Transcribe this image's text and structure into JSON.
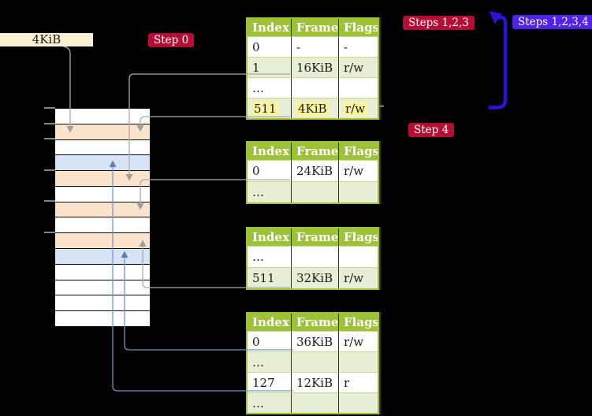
{
  "colors": {
    "background": "#000000",
    "table_header_green": "#9dc235",
    "table_row_green": "#e8eed5",
    "highlight_yellow": "#fbf49e",
    "frame_label_cream": "#faf0d2",
    "badge_crimson": "#b50d33",
    "badge_blue_violet": "#4f23e9",
    "big_arrow_blue": "#2a12db",
    "connector_gray": "#ababab",
    "connector_blue": "#7495c9",
    "memory_free_white": "#ffffff",
    "memory_page_table_peach": "#fbe3cc",
    "memory_mapped_page_blue": "#d7e4f6"
  },
  "frame_size_label": "4KiB",
  "badges": {
    "step0": "Step 0",
    "steps123": "Steps 1,2,3",
    "steps1234": "Steps 1,2,3,4",
    "step4": "Step 4"
  },
  "page_tables": [
    {
      "headers": [
        "Index",
        "Frame",
        "Flags"
      ],
      "rows": [
        {
          "index": "0",
          "frame": "-",
          "flags": "-"
        },
        {
          "index": "1",
          "frame": "16KiB",
          "flags": "r/w"
        },
        {
          "index": "…",
          "frame": "",
          "flags": ""
        },
        {
          "index": "511",
          "frame": "4KiB",
          "flags": "r/w",
          "highlighted": true
        }
      ]
    },
    {
      "headers": [
        "Index",
        "Frame",
        "Flags"
      ],
      "rows": [
        {
          "index": "0",
          "frame": "24KiB",
          "flags": "r/w"
        },
        {
          "index": "…",
          "frame": "",
          "flags": ""
        }
      ]
    },
    {
      "headers": [
        "Index",
        "Frame",
        "Flags"
      ],
      "rows": [
        {
          "index": "…",
          "frame": "",
          "flags": ""
        },
        {
          "index": "511",
          "frame": "32KiB",
          "flags": "r/w"
        }
      ]
    },
    {
      "headers": [
        "Index",
        "Frame",
        "Flags"
      ],
      "rows": [
        {
          "index": "0",
          "frame": "36KiB",
          "flags": "r/w"
        },
        {
          "index": "…",
          "frame": "",
          "flags": ""
        },
        {
          "index": "127",
          "frame": "12KiB",
          "flags": "r"
        },
        {
          "index": "…",
          "frame": "",
          "flags": ""
        }
      ]
    }
  ],
  "memory_strip": {
    "rows": [
      "free",
      "table",
      "free",
      "mapped",
      "table",
      "free",
      "table",
      "free",
      "table",
      "mapped",
      "free",
      "free",
      "free",
      "free"
    ]
  }
}
